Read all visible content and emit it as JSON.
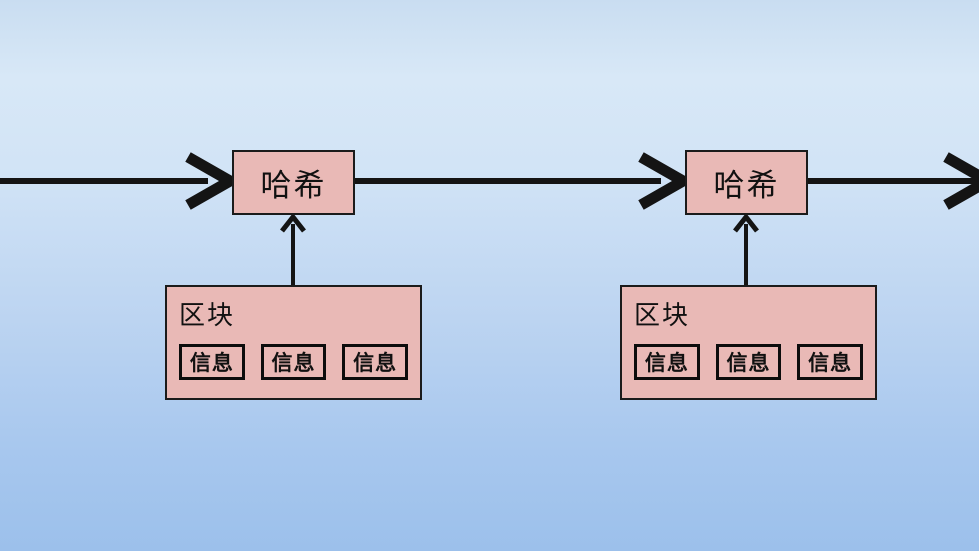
{
  "chain": {
    "nodes": [
      {
        "hash_label": "哈希",
        "block_label": "区块",
        "info_items": [
          "信息",
          "信息",
          "信息"
        ]
      },
      {
        "hash_label": "哈希",
        "block_label": "区块",
        "info_items": [
          "信息",
          "信息",
          "信息"
        ]
      }
    ],
    "colors": {
      "box_fill": "#e9b9b6",
      "box_border": "#1b1b1b",
      "arrow": "#141414",
      "background_top": "#c9ddf1",
      "background_bottom": "#9cc0eb"
    }
  }
}
